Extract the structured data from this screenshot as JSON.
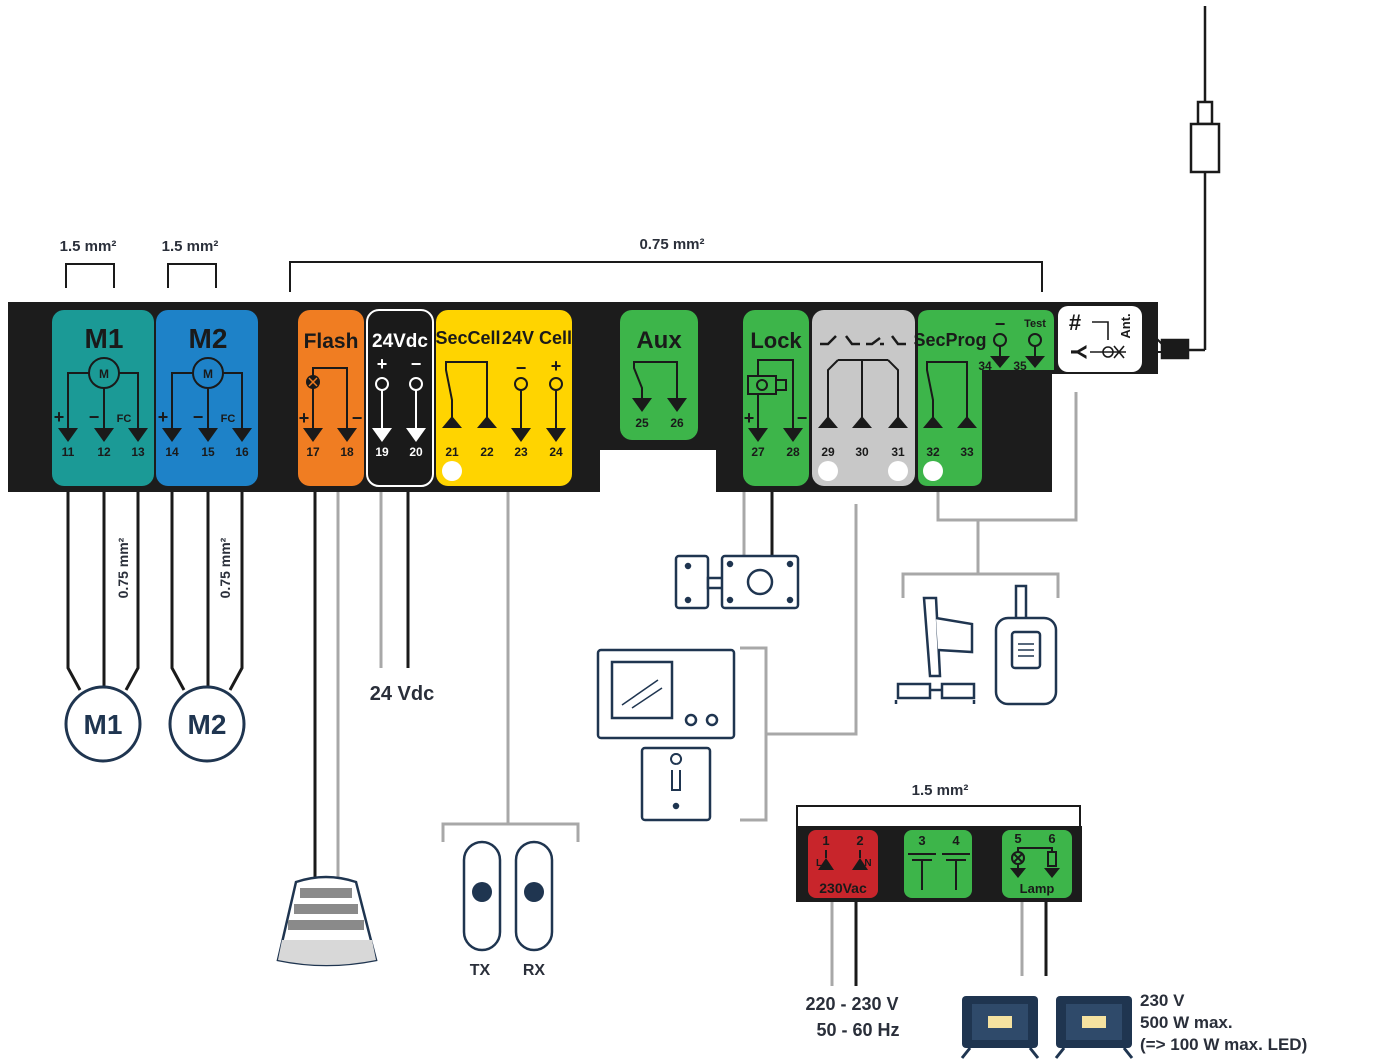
{
  "sections": {
    "wire_size_motor1": "1.5 mm²",
    "wire_size_motor2": "1.5 mm²",
    "wire_size_low_voltage": "0.75 mm²",
    "wire_size_power": "1.5 mm²",
    "wire_size_encoder1": "0.75 mm²",
    "wire_size_encoder2": "0.75 mm²"
  },
  "blocks": {
    "m1": {
      "title": "M1",
      "motor_symbol": "M",
      "fc": "FC",
      "plus": "+",
      "minus": "−",
      "terminals": [
        "11",
        "12",
        "13"
      ],
      "color": "#1b9a96"
    },
    "m2": {
      "title": "M2",
      "motor_symbol": "M",
      "fc": "FC",
      "plus": "+",
      "minus": "−",
      "terminals": [
        "14",
        "15",
        "16"
      ],
      "color": "#1e82c8"
    },
    "flash": {
      "title": "Flash",
      "plus": "+",
      "minus": "−",
      "terminals": [
        "17",
        "18"
      ],
      "color": "#f07d22"
    },
    "v24": {
      "title": "24Vdc",
      "plus": "+",
      "minus": "−",
      "terminals": [
        "19",
        "20"
      ],
      "color": "#1a1a1a"
    },
    "seccell": {
      "title": "SecCell",
      "terminals": [
        "21",
        "22"
      ],
      "color": "#ffd400"
    },
    "cell24": {
      "title": "24V Cell",
      "plus": "+",
      "minus": "−",
      "terminals": [
        "23",
        "24"
      ]
    },
    "aux": {
      "title": "Aux",
      "terminals": [
        "25",
        "26"
      ],
      "color": "#3db54a"
    },
    "lock": {
      "title": "Lock",
      "plus": "+",
      "minus": "−",
      "terminals": [
        "27",
        "28"
      ],
      "color": "#3db54a"
    },
    "cmd": {
      "terminals": [
        "29",
        "30",
        "31"
      ],
      "color": "#c8c8c8"
    },
    "secprog": {
      "title": "SecProg",
      "test": "Test",
      "minus": "−",
      "terminals": [
        "32",
        "33",
        "34",
        "35"
      ],
      "color": "#3db54a"
    },
    "antenna": {
      "hash": "#",
      "y": "Y",
      "label": "Ant."
    }
  },
  "power_block": {
    "t1": "1",
    "t2": "2",
    "t3": "3",
    "t4": "4",
    "t5": "5",
    "t6": "6",
    "l": "L",
    "n": "N",
    "mains_label": "230Vac",
    "lamp_label": "Lamp",
    "mains_color": "#c8252b"
  },
  "devices": {
    "motor1": "M1",
    "motor2": "M2",
    "supply_24v": "24 Vdc",
    "tx": "TX",
    "rx": "RX",
    "mains_line1": "220 - 230 V",
    "mains_line2": "50 - 60 Hz",
    "lamp_line1": "230 V",
    "lamp_line2": "500 W max.",
    "lamp_line3": "(=> 100 W max. LED)"
  }
}
